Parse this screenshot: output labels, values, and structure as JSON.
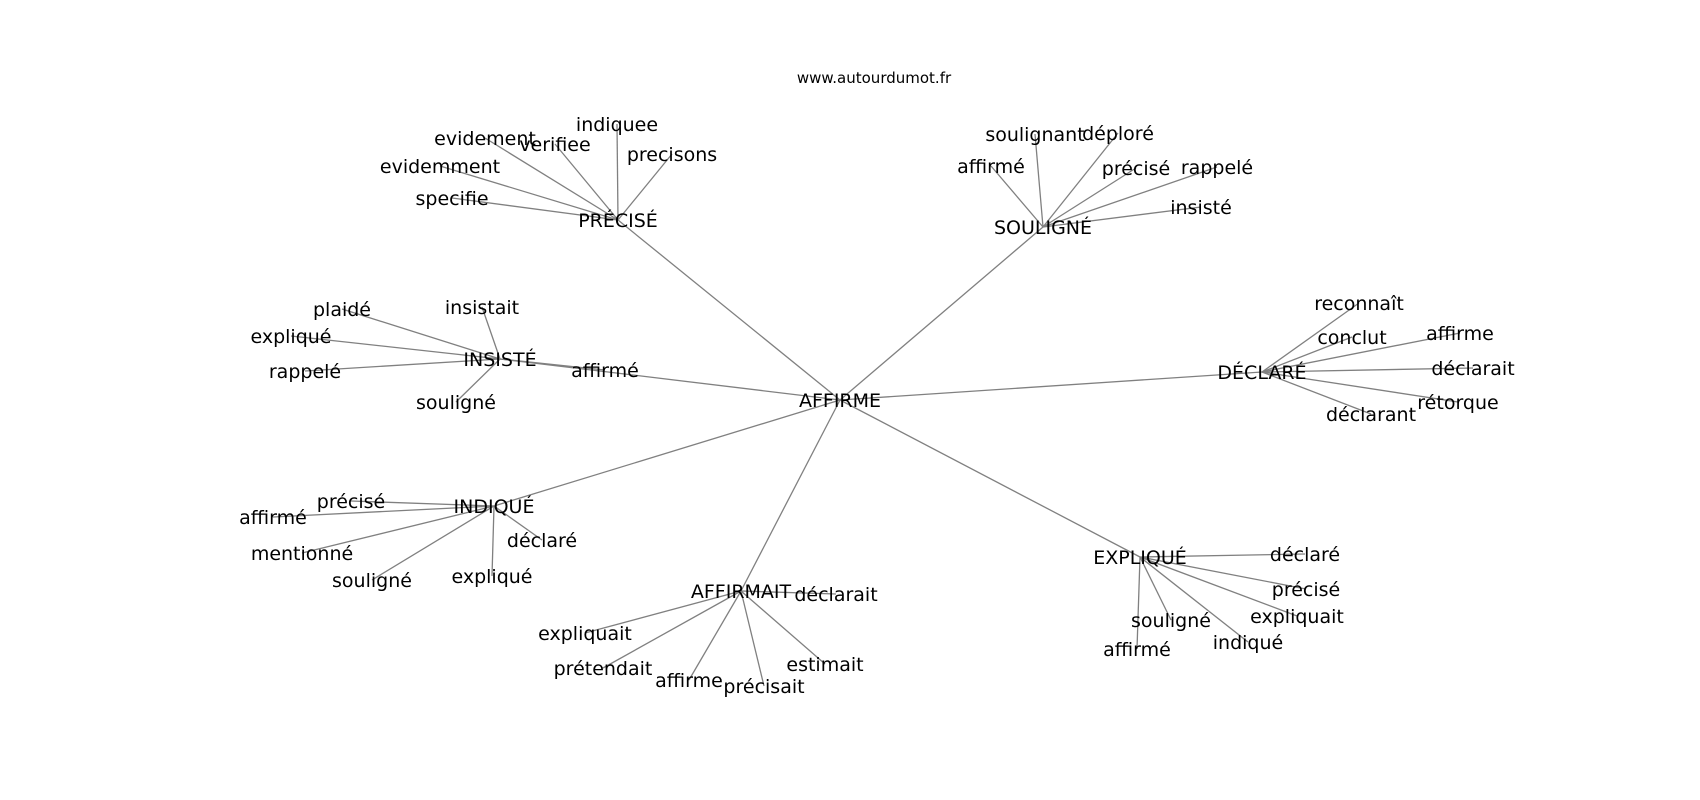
{
  "source": "www.autourdumot.fr",
  "colors": {
    "background": "#ffffff",
    "edge": "#808080",
    "text": "#000000"
  },
  "graph": {
    "center": "AFFIRME",
    "clusters": [
      {
        "hub": "PRÉCISÉ",
        "leaves": [
          "indiquee",
          "evidement",
          "verifiee",
          "precisons",
          "evidemment",
          "specifie"
        ]
      },
      {
        "hub": "SOULIGNÉ",
        "leaves": [
          "soulignant",
          "déploré",
          "affirmé",
          "précisé",
          "rappelé",
          "insisté"
        ]
      },
      {
        "hub": "INSISTÉ",
        "leaves": [
          "plaidé",
          "insistait",
          "expliqué",
          "rappelé",
          "souligné",
          "affirmé"
        ]
      },
      {
        "hub": "DÉCLARÉ",
        "leaves": [
          "reconnaît",
          "conclut",
          "affirme",
          "déclarait",
          "rétorque",
          "déclarant"
        ]
      },
      {
        "hub": "INDIQUÉ",
        "leaves": [
          "précisé",
          "affirmé",
          "déclaré",
          "mentionné",
          "souligné",
          "expliqué"
        ]
      },
      {
        "hub": "AFFIRMAIT",
        "leaves": [
          "déclarait",
          "expliquait",
          "prétendait",
          "estimait",
          "affirme",
          "précisait"
        ]
      },
      {
        "hub": "EXPLIQUÉ",
        "leaves": [
          "déclaré",
          "précisé",
          "souligné",
          "expliquait",
          "indiqué",
          "affirmé"
        ]
      }
    ]
  }
}
